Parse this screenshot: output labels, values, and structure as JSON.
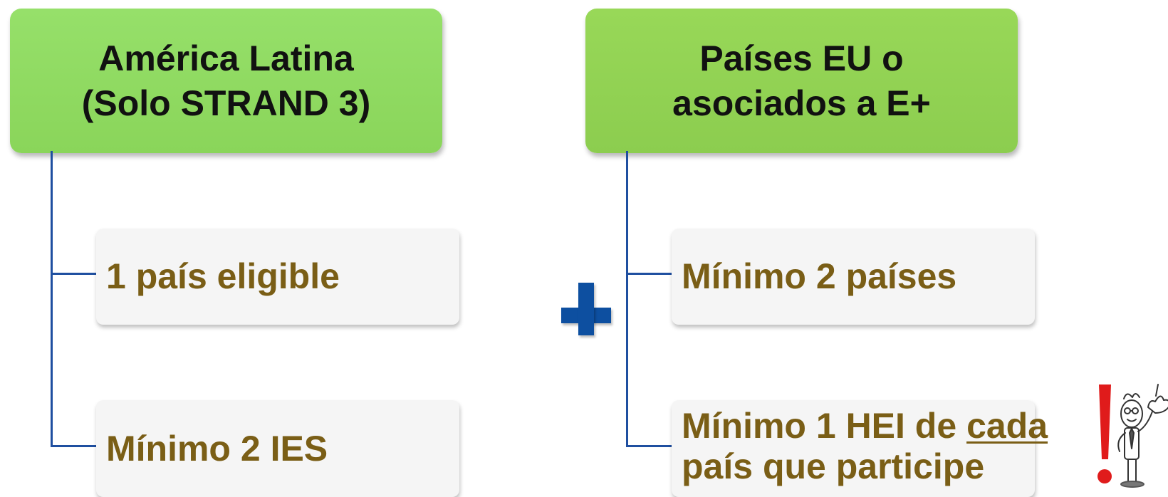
{
  "left": {
    "header_line1": "América Latina",
    "header_line2": "(Solo STRAND 3)",
    "items": [
      {
        "text": "1 país eligible"
      },
      {
        "text": "Mínimo 2 IES"
      }
    ]
  },
  "right": {
    "header_line1": "Países EU o",
    "header_line2": "asociados a E+",
    "items": [
      {
        "text": "Mínimo 2 países"
      },
      {
        "line1_part1": "Mínimo 1 HEI de ",
        "line1_underlined": "cada",
        "line2": "país que participe"
      }
    ]
  },
  "operator": "plus-icon",
  "decoration": "exclamation-figure-icon",
  "colors": {
    "header_green_left": "#8ad55a",
    "header_green_right": "#8ccd4f",
    "item_text": "#7a5e16",
    "item_bg": "#f5f5f5",
    "connector": "#1f4fa0",
    "plus": "#0d4fa0",
    "exclamation": "#e01b1b"
  }
}
